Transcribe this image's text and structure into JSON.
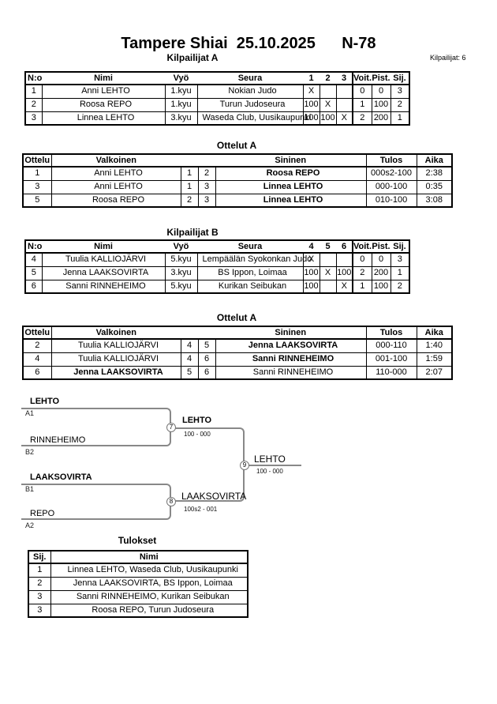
{
  "page": {
    "title": "Tampere Shiai  25.10.2025      N-78",
    "competitors_label": "Kilpailijat: 6"
  },
  "pool_a": {
    "title": "Kilpailijat A",
    "headers": {
      "no": "N:o",
      "name": "Nimi",
      "belt": "Vyö",
      "club": "Seura",
      "m1": "1",
      "m2": "2",
      "m3": "3",
      "wins": "Voit.",
      "points": "Pist.",
      "place": "Sij."
    },
    "rows": [
      {
        "no": "1",
        "name": "Anni LEHTO",
        "belt": "1.kyu",
        "club": "Nokian Judo",
        "m1": "X",
        "m2": "",
        "m3": "",
        "wins": "0",
        "points": "0",
        "place": "3"
      },
      {
        "no": "2",
        "name": "Roosa REPO",
        "belt": "1.kyu",
        "club": "Turun Judoseura",
        "m1": "100",
        "m2": "X",
        "m3": "",
        "wins": "1",
        "points": "100",
        "place": "2"
      },
      {
        "no": "3",
        "name": "Linnea LEHTO",
        "belt": "3.kyu",
        "club": "Waseda Club, Uusikaupunki",
        "m1": "100",
        "m2": "100",
        "m3": "X",
        "wins": "2",
        "points": "200",
        "place": "1"
      }
    ]
  },
  "matches_a": {
    "title": "Ottelut A",
    "headers": {
      "match": "Ottelu",
      "white": "Valkoinen",
      "blue": "Sininen",
      "result": "Tulos",
      "time": "Aika"
    },
    "rows": [
      {
        "no": "1",
        "white": "Anni LEHTO",
        "white_no": "1",
        "blue_no": "2",
        "blue": "Roosa REPO",
        "result": "000s2-100",
        "time": "2:38"
      },
      {
        "no": "3",
        "white": "Anni LEHTO",
        "white_no": "1",
        "blue_no": "3",
        "blue": "Linnea LEHTO",
        "result": "000-100",
        "time": "0:35"
      },
      {
        "no": "5",
        "white": "Roosa REPO",
        "white_no": "2",
        "blue_no": "3",
        "blue": "Linnea LEHTO",
        "result": "010-100",
        "time": "3:08"
      }
    ]
  },
  "pool_b": {
    "title": "Kilpailijat B",
    "headers": {
      "no": "N:o",
      "name": "Nimi",
      "belt": "Vyö",
      "club": "Seura",
      "m1": "4",
      "m2": "5",
      "m3": "6",
      "wins": "Voit.",
      "points": "Pist.",
      "place": "Sij."
    },
    "rows": [
      {
        "no": "4",
        "name": "Tuulia KALLIOJÄRVI",
        "belt": "5.kyu",
        "club": "Lempäälän Syokonkan Judo",
        "m1": "X",
        "m2": "",
        "m3": "",
        "wins": "0",
        "points": "0",
        "place": "3"
      },
      {
        "no": "5",
        "name": "Jenna LAAKSOVIRTA",
        "belt": "3.kyu",
        "club": "BS Ippon, Loimaa",
        "m1": "100",
        "m2": "X",
        "m3": "100",
        "wins": "2",
        "points": "200",
        "place": "1"
      },
      {
        "no": "6",
        "name": "Sanni RINNEHEIMO",
        "belt": "5.kyu",
        "club": "Kurikan Seibukan",
        "m1": "100",
        "m2": "",
        "m3": "X",
        "wins": "1",
        "points": "100",
        "place": "2"
      }
    ]
  },
  "matches_b": {
    "title": "Ottelut A",
    "headers": {
      "match": "Ottelu",
      "white": "Valkoinen",
      "blue": "Sininen",
      "result": "Tulos",
      "time": "Aika"
    },
    "rows": [
      {
        "no": "2",
        "white": "Tuulia KALLIOJÄRVI",
        "white_no": "4",
        "blue_no": "5",
        "blue": "Jenna LAAKSOVIRTA",
        "result": "000-110",
        "time": "1:40"
      },
      {
        "no": "4",
        "white": "Tuulia KALLIOJÄRVI",
        "white_no": "4",
        "blue_no": "6",
        "blue": "Sanni RINNEHEIMO",
        "result": "001-100",
        "time": "1:59"
      },
      {
        "no": "6",
        "white": "Jenna LAAKSOVIRTA",
        "white_no": "5",
        "blue_no": "6",
        "blue": "Sanni RINNEHEIMO",
        "result": "110-000",
        "time": "2:07"
      }
    ]
  },
  "bracket": {
    "seeds": [
      {
        "name": "LEHTO",
        "tag": "A1"
      },
      {
        "name": "RINNEHEIMO",
        "tag": "B2"
      },
      {
        "name": "LAAKSOVIRTA",
        "tag": "B1"
      },
      {
        "name": "REPO",
        "tag": "A2"
      }
    ],
    "match7": {
      "number": "7",
      "winner": "LEHTO",
      "score": "100 - 000"
    },
    "match8": {
      "number": "8",
      "winner": "LAAKSOVIRTA",
      "score": "100s2 - 001"
    },
    "match9": {
      "number": "9",
      "winner": "LEHTO",
      "score": "100 - 000"
    }
  },
  "results": {
    "title": "Tulokset",
    "headers": {
      "place": "Sij.",
      "name": "Nimi"
    },
    "rows": [
      {
        "place": "1",
        "name": "Linnea LEHTO, Waseda Club, Uusikaupunki"
      },
      {
        "place": "2",
        "name": "Jenna LAAKSOVIRTA, BS Ippon, Loimaa"
      },
      {
        "place": "3",
        "name": "Sanni RINNEHEIMO, Kurikan Seibukan"
      },
      {
        "place": "3",
        "name": "Roosa REPO, Turun Judoseura"
      }
    ]
  }
}
